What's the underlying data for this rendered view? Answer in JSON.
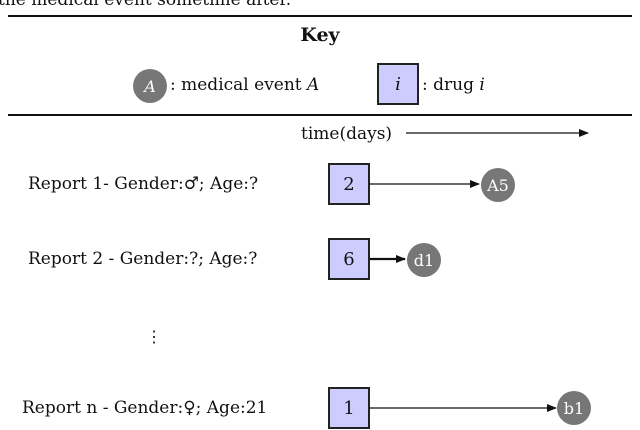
{
  "header_fragment": "the medical event sometime after.",
  "key": {
    "title": "Key",
    "event_symbol": "A",
    "event_text": ": medical event",
    "event_italic": "A",
    "drug_symbol": "i",
    "drug_text": ": drug",
    "drug_italic": "i"
  },
  "timeline_label": "time(days)",
  "reports": [
    {
      "label": "Report 1- Gender:♂; Age:?",
      "drug": "2",
      "event": "A5"
    },
    {
      "label": "Report 2 - Gender:?; Age:?",
      "drug": "6",
      "event": "d1"
    },
    {
      "label": "Report n - Gender:♀; Age:21",
      "drug": "1",
      "event": "b1"
    }
  ],
  "ellipsis": "⋮",
  "colors": {
    "event_fill": "#777777",
    "drug_fill": "#ccccff",
    "line": "#111111"
  }
}
